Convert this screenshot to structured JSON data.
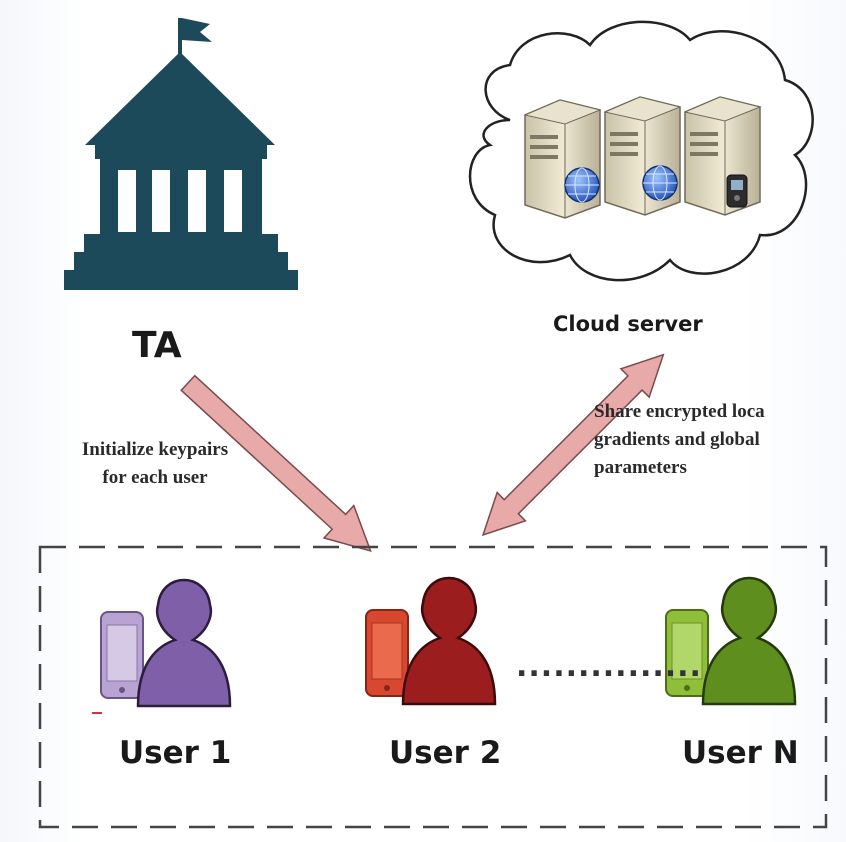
{
  "nodes": {
    "ta": {
      "label": "TA"
    },
    "cloud": {
      "label": "Cloud server"
    }
  },
  "edges": {
    "init": {
      "label": "Initialize keypairs\nfor each user"
    },
    "share": {
      "label": "Share encrypted loca\ngradients and global\nparameters"
    }
  },
  "users": [
    {
      "label": "User 1",
      "color": "#7f5fa8",
      "phone_color": "#b8a3d3"
    },
    {
      "label": "User 2",
      "color": "#9b1d1d",
      "phone_color": "#d8472f"
    },
    {
      "label": "User N",
      "color": "#5e8f1e",
      "phone_color": "#8fbf3a"
    }
  ],
  "ellipsis": "...............",
  "colors": {
    "building": "#1c4a5a",
    "arrow_fill": "#e8a9a9",
    "arrow_stroke": "#7a4a4a",
    "dashed_border": "#444444"
  }
}
